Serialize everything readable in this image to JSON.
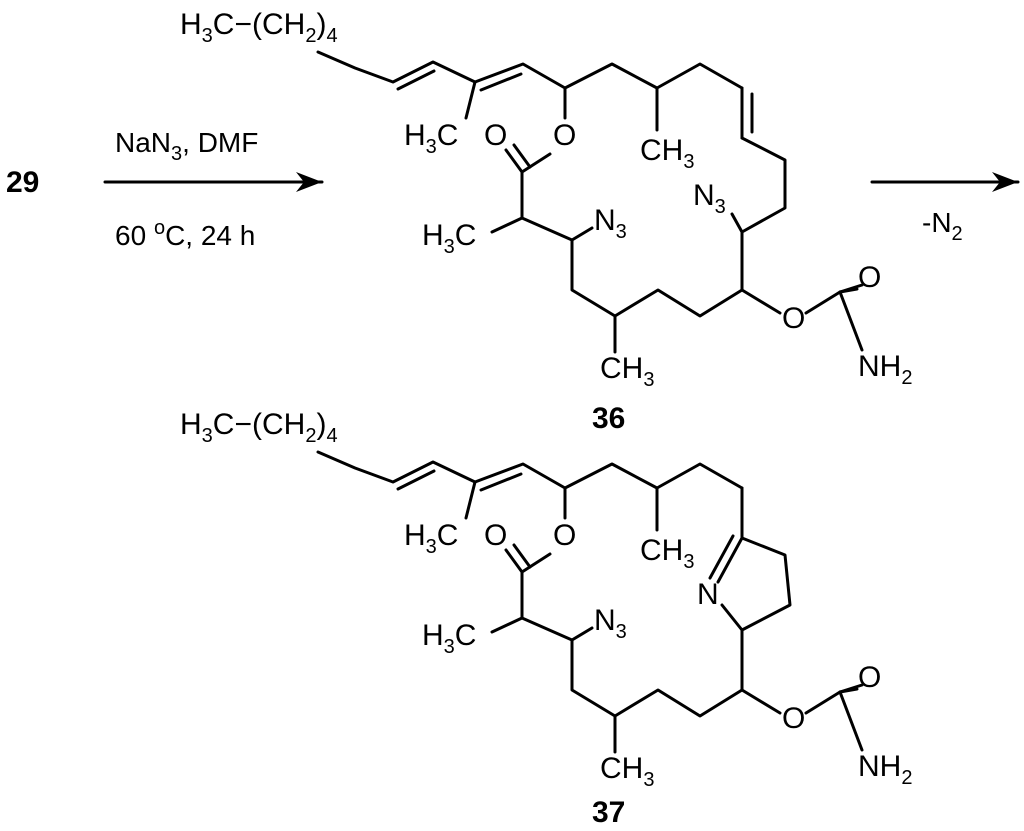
{
  "scheme": {
    "start_compound": "29",
    "step1": {
      "reagent_text": [
        "NaN",
        "3",
        ", DMF"
      ],
      "condition_text": [
        "60 ",
        "o",
        "C, 24 h"
      ]
    },
    "step2": {
      "reagent_text": [
        "-N",
        "2"
      ]
    },
    "compound_36": {
      "label": "36",
      "groups": {
        "chain": [
          "H",
          "3",
          "C",
          "−(CH",
          "2",
          ")",
          "4"
        ],
        "methyl_vinyl": [
          "H",
          "3",
          "C"
        ],
        "ester_carbonyl_o": "O",
        "ester_ring_o": "O",
        "methyl_upper": [
          "CH",
          "3"
        ],
        "azide_right": [
          "N",
          "3"
        ],
        "methyl_left": [
          "H",
          "3",
          "C"
        ],
        "azide_left": [
          "N",
          "3"
        ],
        "methyl_lower": [
          "CH",
          "3"
        ],
        "carbamate_o": "O",
        "carbamate_carbonyl_o": "O",
        "amine": [
          "NH",
          "2"
        ]
      }
    },
    "compound_37": {
      "label": "37",
      "groups": {
        "chain": [
          "H",
          "3",
          "C",
          "−(CH",
          "2",
          ")",
          "4"
        ],
        "methyl_vinyl": [
          "H",
          "3",
          "C"
        ],
        "ester_carbonyl_o": "O",
        "ester_ring_o": "O",
        "methyl_upper": [
          "CH",
          "3"
        ],
        "imine_n": "N",
        "methyl_left": [
          "H",
          "3",
          "C"
        ],
        "azide_left": [
          "N",
          "3"
        ],
        "methyl_lower": [
          "CH",
          "3"
        ],
        "carbamate_o": "O",
        "carbamate_carbonyl_o": "O",
        "amine": [
          "NH",
          "2"
        ]
      }
    }
  }
}
